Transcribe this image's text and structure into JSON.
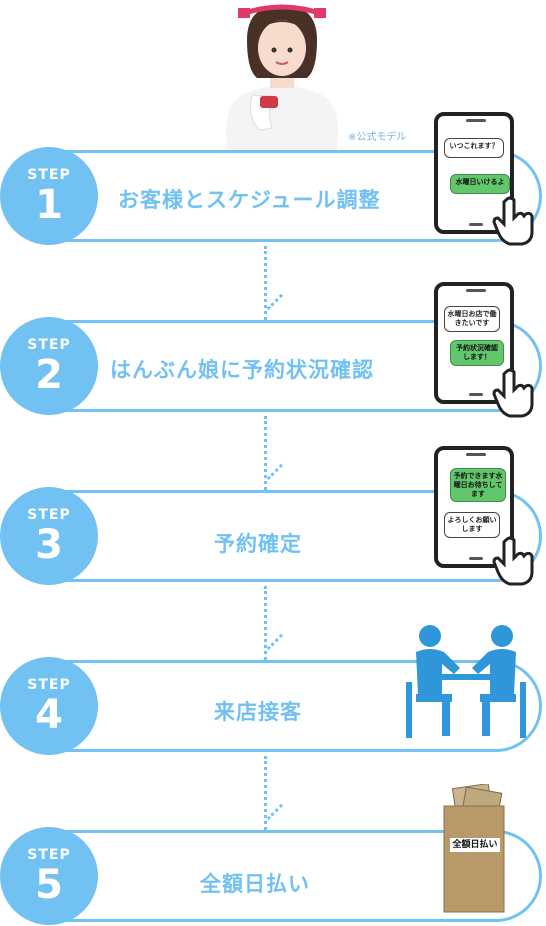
{
  "header": {
    "model_caption": "※公式モデル"
  },
  "steps": [
    {
      "label": "STEP",
      "number": "1",
      "title": "お客様とスケジュール調整",
      "chat": [
        {
          "text": "いつこれます？",
          "style": "white"
        },
        {
          "text": "水曜日いけるよ",
          "style": "green"
        }
      ]
    },
    {
      "label": "STEP",
      "number": "2",
      "title": "はんぶん娘に予約状況確認",
      "chat": [
        {
          "text": "水曜日お店で働きたいです",
          "style": "white"
        },
        {
          "text": "予約状況確認します！",
          "style": "green"
        }
      ]
    },
    {
      "label": "STEP",
      "number": "3",
      "title": "予約確定",
      "chat": [
        {
          "text": "予約できます水曜日お待ちしてます",
          "style": "green"
        },
        {
          "text": "よろしくお願いします",
          "style": "white"
        }
      ]
    },
    {
      "label": "STEP",
      "number": "4",
      "title": "来店接客"
    },
    {
      "label": "STEP",
      "number": "5",
      "title": "全額日払い",
      "envelope_label": "全額日払い"
    }
  ],
  "colors": {
    "accent": "#72c1f3",
    "bubble_green": "#62c66c",
    "people": "#2f96d9",
    "envelope": "#b89a6a"
  },
  "icons": [
    "hand-pointer-icon",
    "people-meeting-icon",
    "envelope-icon"
  ]
}
